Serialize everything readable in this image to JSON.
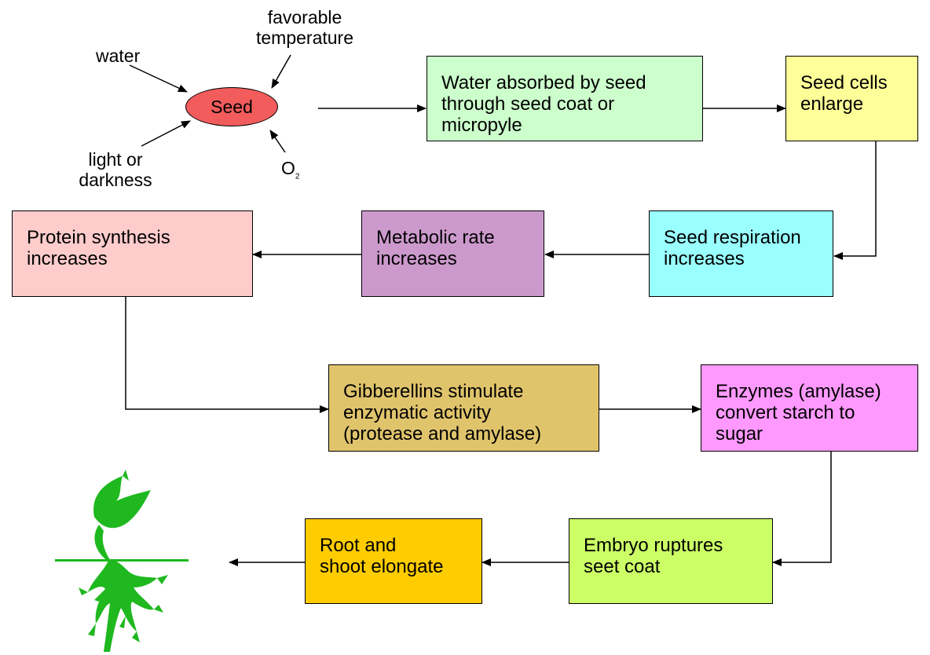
{
  "inputs": {
    "water": "water",
    "temperature_line1": "favorable",
    "temperature_line2": "temperature",
    "light_line1": "light or",
    "light_line2": "darkness",
    "oxygen": "O",
    "oxygen_sub": "2"
  },
  "seed": {
    "label": "Seed",
    "color": "#f25c5c"
  },
  "steps": [
    {
      "id": "water-absorbed",
      "lines": [
        "Water absorbed by seed",
        "through seed coat or",
        "micropyle"
      ],
      "color": "#ccffcc"
    },
    {
      "id": "cells-enlarge",
      "lines": [
        "Seed cells",
        "enlarge"
      ],
      "color": "#ffff99"
    },
    {
      "id": "respiration",
      "lines": [
        "Seed respiration",
        "increases"
      ],
      "color": "#99ffff"
    },
    {
      "id": "metabolic",
      "lines": [
        "Metabolic rate",
        "increases"
      ],
      "color": "#cc99cc"
    },
    {
      "id": "protein",
      "lines": [
        "Protein synthesis",
        "increases"
      ],
      "color": "#ffcccc"
    },
    {
      "id": "gibberellins",
      "lines": [
        "Gibberellins stimulate",
        "enzymatic activity",
        "(protease and amylase)"
      ],
      "color": "#e0c46c"
    },
    {
      "id": "enzymes",
      "lines": [
        "Enzymes (amylase)",
        "convert starch to",
        "sugar"
      ],
      "color": "#ff99ff"
    },
    {
      "id": "embryo",
      "lines": [
        "Embryo ruptures",
        "seet coat"
      ],
      "color": "#ccff66"
    },
    {
      "id": "root-shoot",
      "lines": [
        "Root and",
        "shoot elongate"
      ],
      "color": "#ffcc00"
    }
  ],
  "seedling": {
    "icon": "seedling-icon",
    "color": "#1fb81f"
  }
}
